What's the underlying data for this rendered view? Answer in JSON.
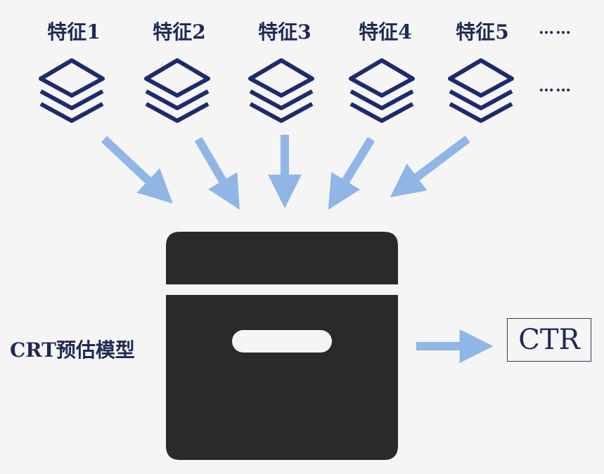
{
  "features": [
    {
      "label": "特征1"
    },
    {
      "label": "特征2"
    },
    {
      "label": "特征3"
    },
    {
      "label": "特征4"
    },
    {
      "label": "特征5"
    }
  ],
  "ellipsis_top": "……",
  "ellipsis_bottom": "……",
  "model_label": "CRT预估模型",
  "output_label": "CTR",
  "colors": {
    "text": "#1f2a55",
    "layer_stroke": "#1f2a6b",
    "arrow": "#8fb6e6",
    "box": "#2a2a2c",
    "background": "#f5f5f5"
  }
}
